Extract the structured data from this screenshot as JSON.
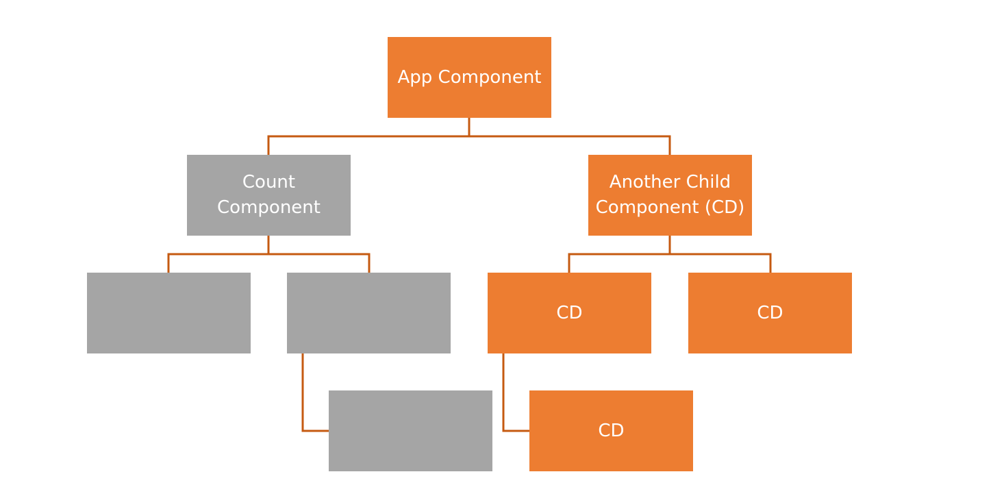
{
  "colors": {
    "orange_node": "#ED7D31",
    "gray_node": "#A5A5A5",
    "connector": "#C55A11",
    "text": "#FFFFFF"
  },
  "diagram": {
    "type": "hierarchy-tree",
    "nodes": {
      "app": {
        "label": "App Component",
        "color": "orange"
      },
      "count": {
        "label": "Count Component",
        "color": "gray"
      },
      "another": {
        "label": "Another Child Component (CD)",
        "color": "orange"
      },
      "gray_1": {
        "label": "",
        "color": "gray"
      },
      "gray_2": {
        "label": "",
        "color": "gray"
      },
      "cd_1": {
        "label": "CD",
        "color": "orange"
      },
      "cd_2": {
        "label": "CD",
        "color": "orange"
      },
      "gray_3": {
        "label": "",
        "color": "gray"
      },
      "cd_3": {
        "label": "CD",
        "color": "orange"
      }
    },
    "edges": [
      [
        "app",
        "count"
      ],
      [
        "app",
        "another"
      ],
      [
        "count",
        "gray_1"
      ],
      [
        "count",
        "gray_2"
      ],
      [
        "gray_2",
        "gray_3"
      ],
      [
        "another",
        "cd_1"
      ],
      [
        "another",
        "cd_2"
      ],
      [
        "cd_1",
        "cd_3"
      ]
    ]
  }
}
